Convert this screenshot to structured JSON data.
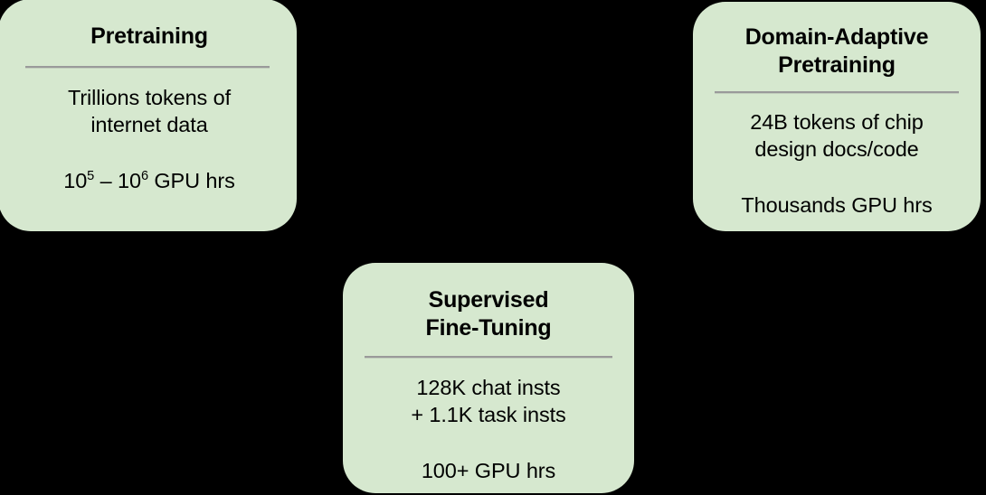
{
  "diagram": {
    "background_color": "#000000",
    "card_color": "#d6e8cf",
    "divider_color": "#9a9a9a",
    "text_color": "#000000",
    "cards": [
      {
        "id": "pretraining",
        "title": "Pretraining",
        "data_line": "Trillions tokens of\ninternet data",
        "compute_prefix": "10",
        "compute_exp1": "5",
        "compute_mid": " – 10",
        "compute_exp2": "6",
        "compute_suffix": " GPU hrs",
        "compute_plain": "10⁵ – 10⁶ GPU hrs"
      },
      {
        "id": "supervised-fine-tuning",
        "title": "Supervised\nFine-Tuning",
        "data_line": "128K chat insts\n+ 1.1K task insts",
        "compute_plain": "100+ GPU hrs"
      },
      {
        "id": "domain-adaptive-pretraining",
        "title": "Domain-Adaptive\nPretraining",
        "data_line": "24B tokens of chip\ndesign docs/code",
        "compute_plain": "Thousands GPU hrs"
      }
    ]
  }
}
